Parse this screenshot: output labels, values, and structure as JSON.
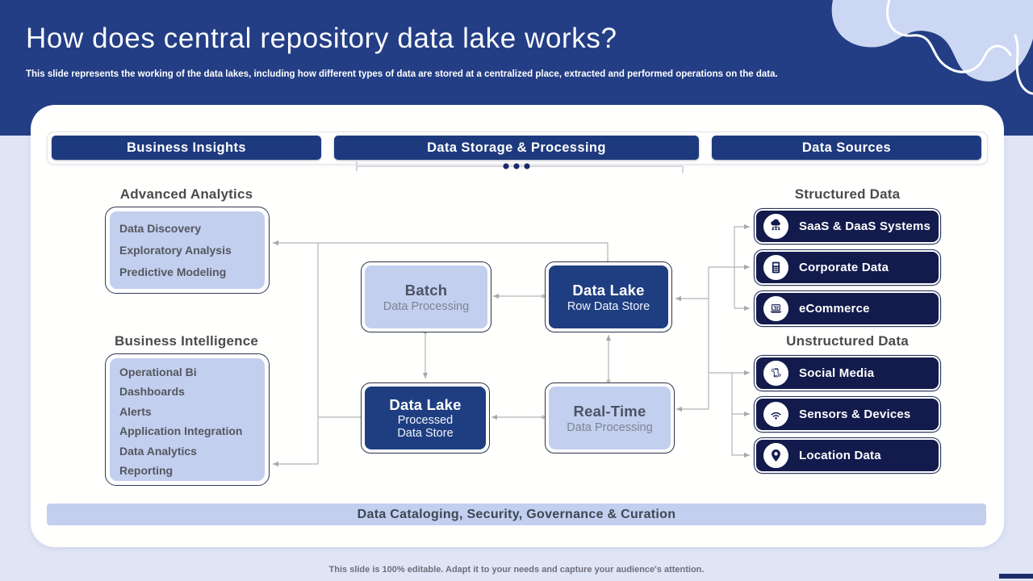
{
  "slide": {
    "title": "How does central repository data lake works?",
    "subtitle": "This slide represents the working of the data lakes, including how different types of data are stored at a centralized place, extracted  and performed operations on the data.",
    "footer": "This slide is 100% editable. Adapt it to your needs and capture your audience's attention."
  },
  "header": {
    "tabs": [
      {
        "label": "Business Insights"
      },
      {
        "label": "Data Storage & Processing"
      },
      {
        "label": "Data Sources"
      }
    ]
  },
  "sections": {
    "advanced_analytics": {
      "heading": "Advanced Analytics",
      "items": [
        "Data Discovery",
        "Exploratory Analysis",
        "Predictive Modeling"
      ]
    },
    "business_intelligence": {
      "heading": "Business Intelligence",
      "items": [
        "Operational Bi",
        "Dashboards",
        "Alerts",
        "Application Integration",
        "Data Analytics",
        "Reporting"
      ]
    },
    "processing": {
      "batch": {
        "title": "Batch",
        "subtitle": "Data Processing"
      },
      "data_lake_row": {
        "title": "Data Lake",
        "subtitle": "Row Data Store"
      },
      "data_lake_processed": {
        "title": "Data Lake",
        "subtitle_line1": "Processed",
        "subtitle_line2": "Data Store"
      },
      "real_time": {
        "title": "Real-Time",
        "subtitle": "Data Processing"
      }
    },
    "structured_data": {
      "heading": "Structured Data",
      "items": [
        {
          "label": "SaaS & DaaS Systems",
          "icon": "cloud-network-icon"
        },
        {
          "label": "Corporate Data",
          "icon": "calculator-icon"
        },
        {
          "label": "eCommerce",
          "icon": "laptop-cart-icon"
        }
      ]
    },
    "unstructured_data": {
      "heading": "Unstructured Data",
      "items": [
        {
          "label": "Social Media",
          "icon": "phone-social-icon"
        },
        {
          "label": "Sensors & Devices",
          "icon": "wifi-icon"
        },
        {
          "label": "Location Data",
          "icon": "location-pin-icon"
        }
      ]
    }
  },
  "bottom_bar": {
    "label": "Data Cataloging, Security, Governance & Curation"
  },
  "colors": {
    "band_navy": "#233e85",
    "button_navy": "#1e3a7e",
    "deep_navy": "#131b4d",
    "box_navy": "#1f3e82",
    "lavender": "#c3cfee",
    "page_bg": "#e0e5f6",
    "connector_gray": "#b4b4b4"
  }
}
